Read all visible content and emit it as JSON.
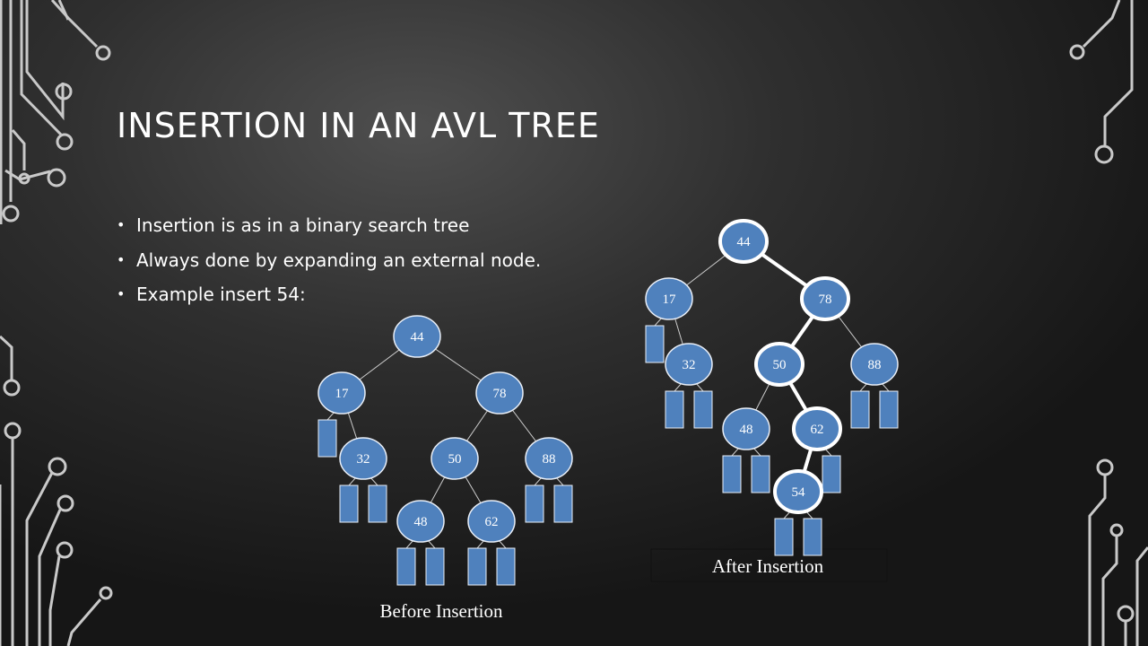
{
  "slide": {
    "title": "INSERTION IN AN AVL TREE",
    "bullets": [
      "Insertion is as in a binary search tree",
      "Always done by expanding an external node.",
      "Example insert 54:"
    ]
  },
  "colors": {
    "node_fill": "#4f81bd",
    "node_stroke": "#e8eef7",
    "highlight": "#ffffff",
    "edge": "#cccccc",
    "background": "#2b2b2b"
  },
  "trees": [
    {
      "caption": "Before Insertion",
      "nodes": [
        "44",
        "17",
        "78",
        "32",
        "50",
        "88",
        "48",
        "62"
      ],
      "edges": [
        [
          "44",
          "17"
        ],
        [
          "44",
          "78"
        ],
        [
          "17",
          "32"
        ],
        [
          "78",
          "50"
        ],
        [
          "78",
          "88"
        ],
        [
          "50",
          "48"
        ],
        [
          "50",
          "62"
        ]
      ],
      "external_nodes": [
        {
          "parent": "17",
          "side": "left"
        },
        {
          "parent": "32",
          "side": "left"
        },
        {
          "parent": "32",
          "side": "right"
        },
        {
          "parent": "48",
          "side": "left"
        },
        {
          "parent": "48",
          "side": "right"
        },
        {
          "parent": "62",
          "side": "left"
        },
        {
          "parent": "62",
          "side": "right"
        },
        {
          "parent": "88",
          "side": "left"
        },
        {
          "parent": "88",
          "side": "right"
        }
      ],
      "highlighted_path": []
    },
    {
      "caption": "After Insertion",
      "nodes": [
        "44",
        "17",
        "78",
        "32",
        "50",
        "88",
        "48",
        "62",
        "54"
      ],
      "edges": [
        [
          "44",
          "17"
        ],
        [
          "44",
          "78"
        ],
        [
          "17",
          "32"
        ],
        [
          "78",
          "50"
        ],
        [
          "78",
          "88"
        ],
        [
          "50",
          "48"
        ],
        [
          "50",
          "62"
        ],
        [
          "62",
          "54"
        ]
      ],
      "external_nodes": [
        {
          "parent": "17",
          "side": "left"
        },
        {
          "parent": "32",
          "side": "left"
        },
        {
          "parent": "32",
          "side": "right"
        },
        {
          "parent": "48",
          "side": "left"
        },
        {
          "parent": "48",
          "side": "right"
        },
        {
          "parent": "62",
          "side": "right"
        },
        {
          "parent": "54",
          "side": "left"
        },
        {
          "parent": "54",
          "side": "right"
        },
        {
          "parent": "88",
          "side": "left"
        },
        {
          "parent": "88",
          "side": "right"
        }
      ],
      "highlighted_path": [
        "44",
        "78",
        "50",
        "62",
        "54"
      ]
    }
  ]
}
